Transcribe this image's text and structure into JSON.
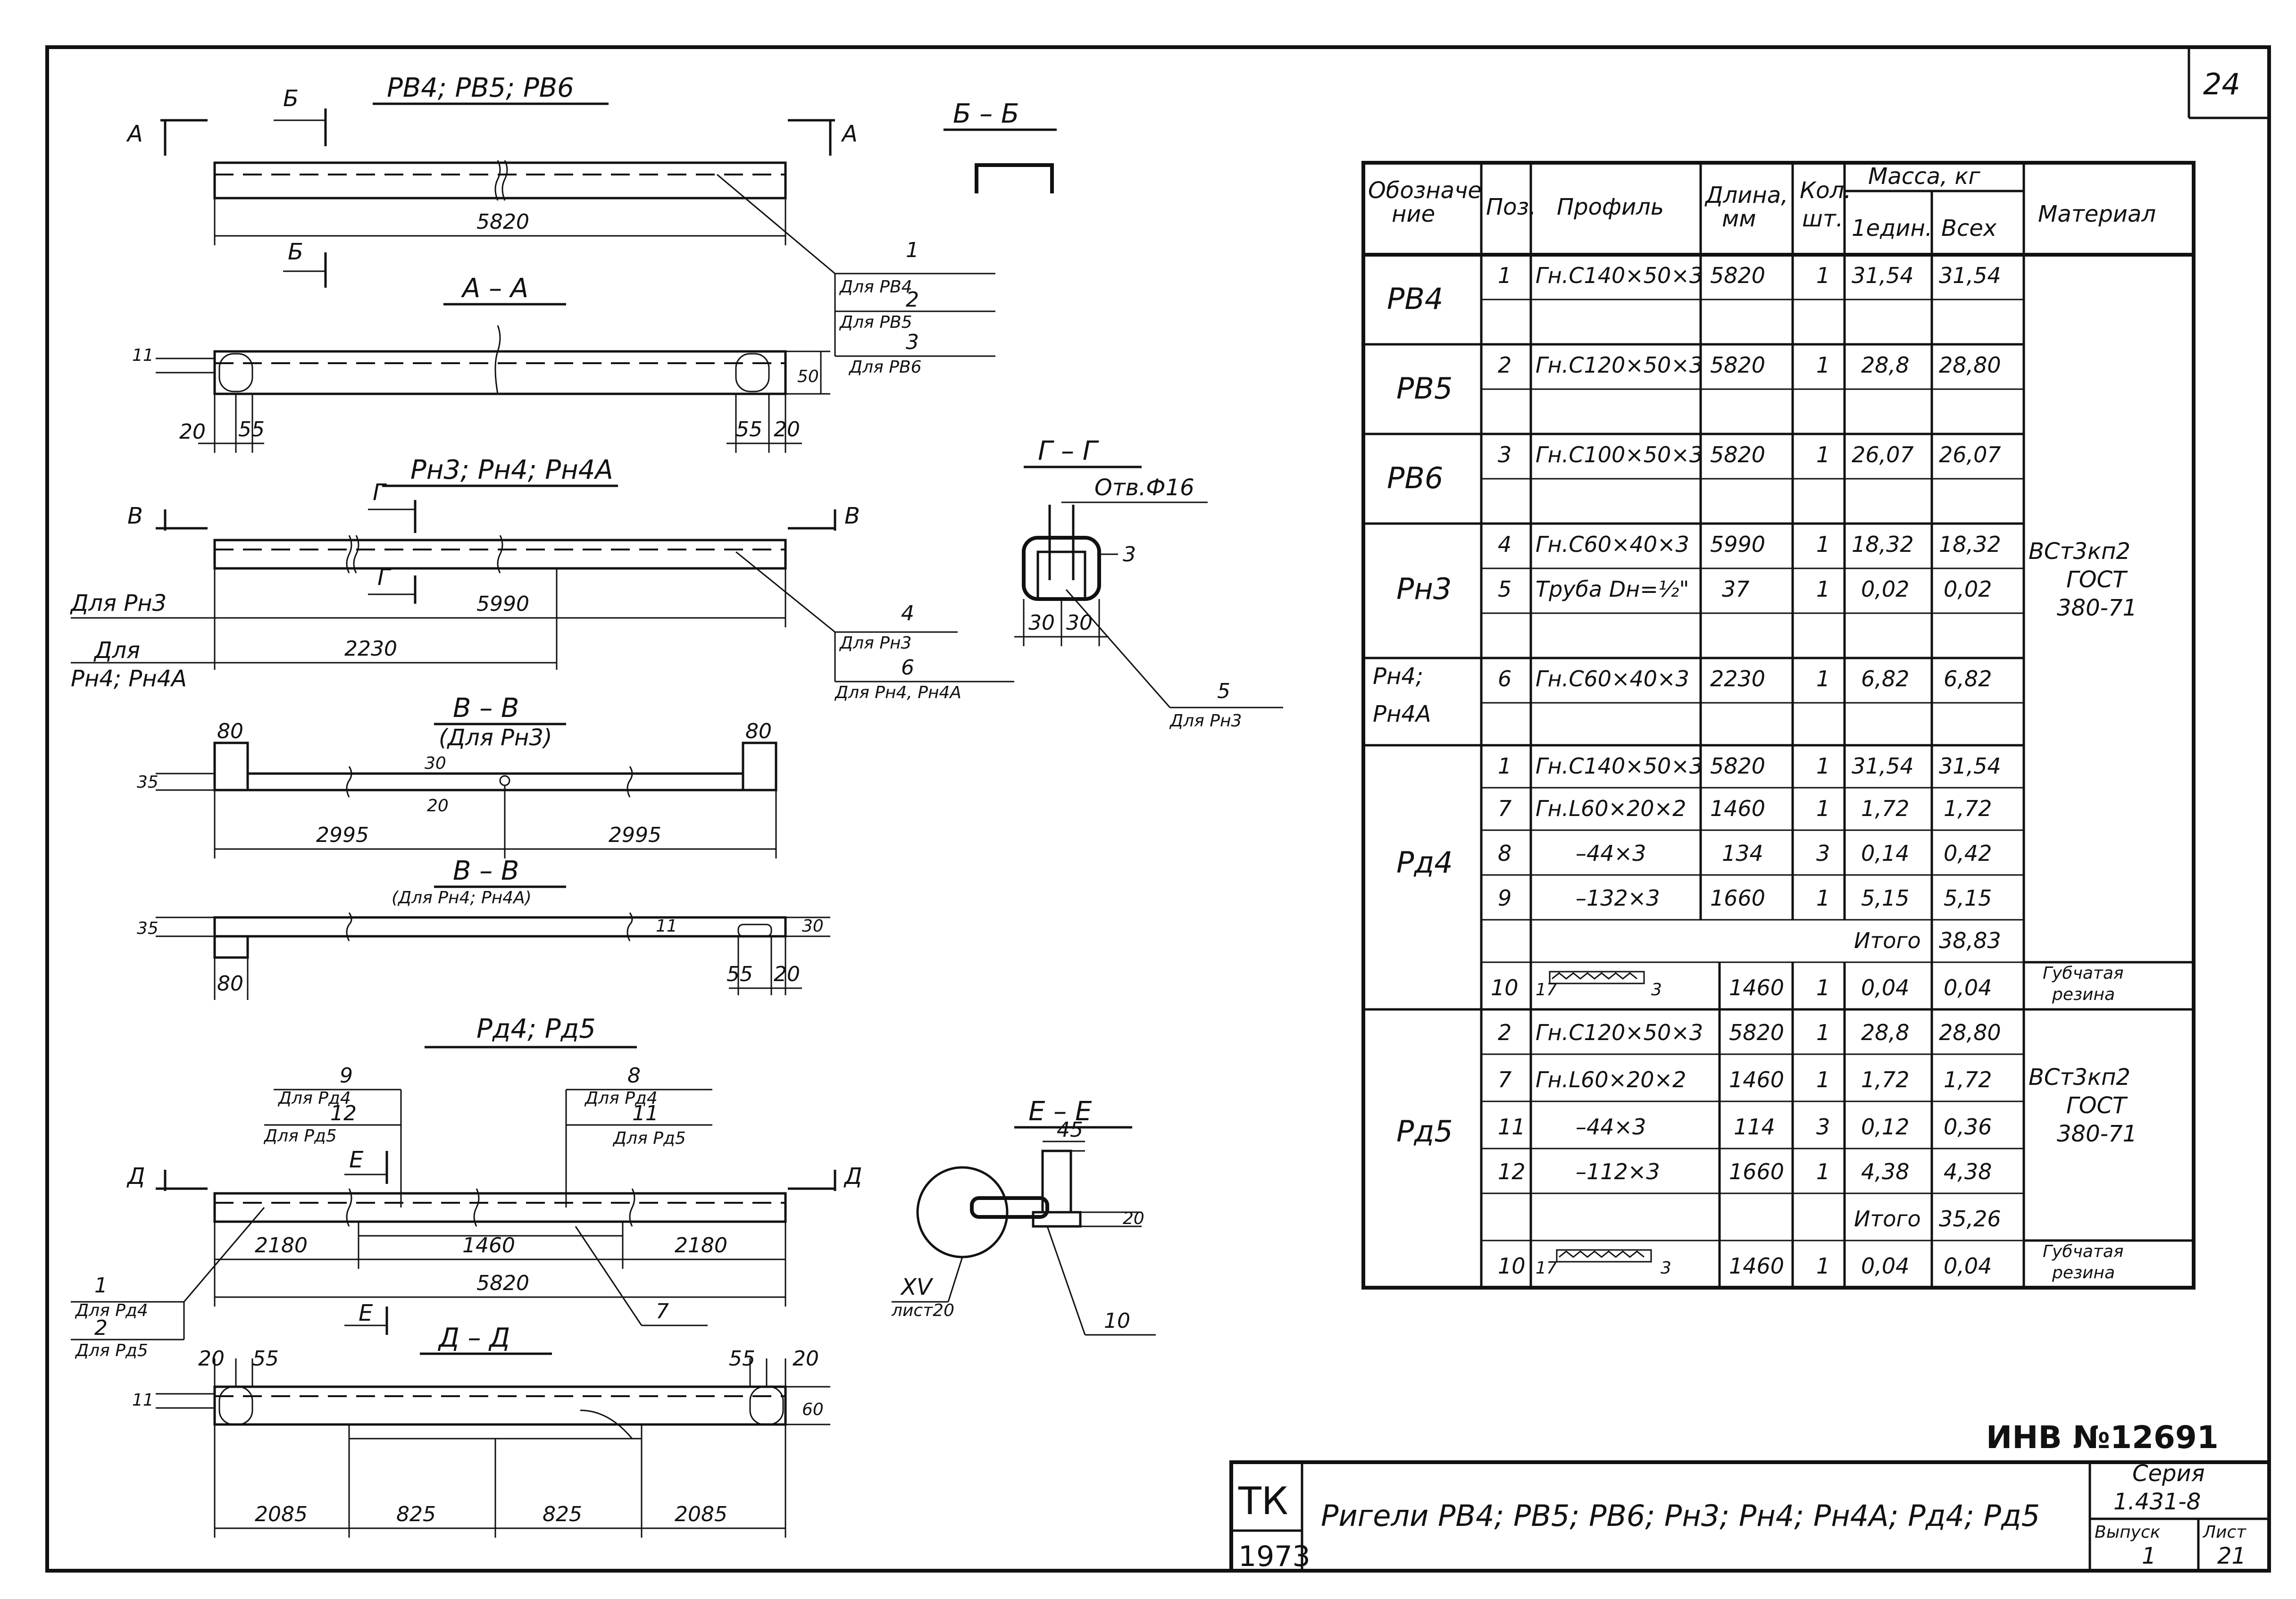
{
  "sheet": {
    "page_number": "24",
    "inv_number": "ИНВ №12691"
  },
  "drawings": {
    "pv": {
      "title": "РВ4; РВ5; РВ6",
      "cut_a": "А",
      "cut_b": "Б",
      "section_bb": "Б – Б",
      "section_aa": "А – А",
      "length": "5820",
      "callout_1_num": "1",
      "callout_1_text": "Для РВ4",
      "callout_2_num": "2",
      "callout_2_text": "Для РВ5",
      "callout_3_num": "3",
      "callout_3_text": "Для РВ6",
      "dim_20": "20",
      "dim_55": "55",
      "dim_55r": "55",
      "dim_20r": "20",
      "dim_50": "50",
      "dim_11": "11"
    },
    "pn": {
      "title": "Рн3; Рн4; Рн4А",
      "cut_v": "В",
      "cut_g": "Г",
      "section_gg": "Г – Г",
      "hole": "Отв.Ф16",
      "dim_3": "3",
      "dim_30a": "30",
      "dim_30b": "30",
      "label_pn3": "Для Рн3",
      "length_pn3": "5990",
      "label_pn4_a": "Для",
      "label_pn4_b": "Рн4; Рн4А",
      "length_pn4": "2230",
      "callout_4_num": "4",
      "callout_4_text": "Для Рн3",
      "callout_6_num": "6",
      "callout_6_text": "Для Рн4, Рн4А",
      "callout_5_num": "5",
      "callout_5_text": "Для Рн3",
      "section_vv1": "В – В",
      "section_vv1_sub": "(Для Рн3)",
      "dim_80a": "80",
      "dim_80b": "80",
      "dim_35": "35",
      "dim_30": "30",
      "dim_20v": "20",
      "dim_2995a": "2995",
      "dim_2995b": "2995",
      "section_vv2": "В – В",
      "section_vv2_sub": "(Для Рн4; Рн4А)",
      "dim_35b": "35",
      "dim_80c": "80",
      "dim_55c": "55",
      "dim_20c": "20",
      "dim_30c": "30",
      "dim_11b": "11"
    },
    "rd": {
      "title": "Рд4; Рд5",
      "cut_d": "Д",
      "cut_e": "Е",
      "section_ee": "Е – Е",
      "section_dd": "Д – Д",
      "callout_9_num": "9",
      "callout_9_text": "Для Рд4",
      "callout_12_num": "12",
      "callout_12_text": "Для Рд5",
      "callout_8_num": "8",
      "callout_8_text": "Для Рд4",
      "callout_11_num": "11",
      "callout_11_text": "Для Рд5",
      "callout_1_num": "1",
      "callout_1_text": "Для Рд4",
      "callout_2_num": "2",
      "callout_2_text": "Для Рд5",
      "callout_7_num": "7",
      "callout_10_num": "10",
      "dim_45": "45",
      "dim_20e": "20",
      "node_num": "XV",
      "node_sheet": "лист20",
      "dim_2180a": "2180",
      "dim_1460": "1460",
      "dim_2180b": "2180",
      "length": "5820",
      "dim_20d": "20",
      "dim_55d": "55",
      "dim_55e": "55",
      "dim_20f": "20",
      "dim_11d": "11",
      "dim_60": "60",
      "dim_2085a": "2085",
      "dim_825a": "825",
      "dim_825b": "825",
      "dim_2085b": "2085"
    }
  },
  "spec_table": {
    "headers": {
      "designation": "Обозначение",
      "pos": "Поз.",
      "profile": "Профиль",
      "length": "Длина, мм",
      "qty": "Кол. шт.",
      "mass": "Масса, кг",
      "mass_unit": "1един.",
      "mass_total": "Всех",
      "material": "Материал"
    },
    "groups": [
      {
        "designation": "РВ4"
      },
      {
        "designation": "РВ5"
      },
      {
        "designation": "РВ6"
      },
      {
        "designation": "Рн3"
      },
      {
        "designation": "Рн4; Рн4А"
      },
      {
        "designation": "Рд4"
      },
      {
        "designation": "Рд5"
      }
    ],
    "rows": [
      {
        "pos": "1",
        "profile": "Гн.С140×50×3",
        "length": "5820",
        "qty": "1",
        "unit": "31,54",
        "total": "31,54"
      },
      {
        "pos": "2",
        "profile": "Гн.С120×50×3",
        "length": "5820",
        "qty": "1",
        "unit": "28,8",
        "total": "28,80"
      },
      {
        "pos": "3",
        "profile": "Гн.С100×50×3",
        "length": "5820",
        "qty": "1",
        "unit": "26,07",
        "total": "26,07"
      },
      {
        "pos": "4",
        "profile": "Гн.С60×40×3",
        "length": "5990",
        "qty": "1",
        "unit": "18,32",
        "total": "18,32"
      },
      {
        "pos": "5",
        "profile": "Труба Dн=½\"",
        "length": "37",
        "qty": "1",
        "unit": "0,02",
        "total": "0,02"
      },
      {
        "pos": "6",
        "profile": "Гн.С60×40×3",
        "length": "2230",
        "qty": "1",
        "unit": "6,82",
        "total": "6,82"
      },
      {
        "pos": "1",
        "profile": "Гн.С140×50×3",
        "length": "5820",
        "qty": "1",
        "unit": "31,54",
        "total": "31,54"
      },
      {
        "pos": "7",
        "profile": "Гн.L60×20×2",
        "length": "1460",
        "qty": "1",
        "unit": "1,72",
        "total": "1,72"
      },
      {
        "pos": "8",
        "profile": "–44×3",
        "length": "134",
        "qty": "3",
        "unit": "0,14",
        "total": "0,42"
      },
      {
        "pos": "9",
        "profile": "–132×3",
        "length": "1660",
        "qty": "1",
        "unit": "5,15",
        "total": "5,15"
      },
      {
        "pos": "10",
        "profile": "17",
        "profile_sub": "3",
        "length": "1460",
        "qty": "1",
        "unit": "0,04",
        "total": "0,04"
      },
      {
        "pos": "2",
        "profile": "Гн.С120×50×3",
        "length": "5820",
        "qty": "1",
        "unit": "28,8",
        "total": "28,80"
      },
      {
        "pos": "7",
        "profile": "Гн.L60×20×2",
        "length": "1460",
        "qty": "1",
        "unit": "1,72",
        "total": "1,72"
      },
      {
        "pos": "11",
        "profile": "–44×3",
        "length": "114",
        "qty": "3",
        "unit": "0,12",
        "total": "0,36"
      },
      {
        "pos": "12",
        "profile": "–112×3",
        "length": "1660",
        "qty": "1",
        "unit": "4,38",
        "total": "4,38"
      },
      {
        "pos": "10",
        "profile": "17",
        "profile_sub": "3",
        "length": "1460",
        "qty": "1",
        "unit": "0,04",
        "total": "0,04"
      }
    ],
    "totals": [
      {
        "label": "Итого",
        "value": "38,83"
      },
      {
        "label": "Итого",
        "value": "35,26"
      }
    ],
    "materials": {
      "steel_1_a": "ВСт3кп2",
      "steel_1_b": "ГОСТ",
      "steel_1_c": "380-71",
      "steel_2_a": "ВСт3кп2",
      "steel_2_b": "ГОСТ",
      "steel_2_c": "380-71",
      "rubber_1_a": "Губчатая",
      "rubber_1_b": "резина",
      "rubber_2_a": "Губчатая",
      "rubber_2_b": "резина"
    }
  },
  "title_block": {
    "org": "ТК",
    "year": "1973",
    "title": "Ригели РВ4; РВ5; РВ6; Рн3; Рн4; Рн4А; Рд4; Рд5",
    "series_label": "Серия",
    "series_value": "1.431-8",
    "issue_label": "Выпуск",
    "issue_value": "1",
    "sheet_label": "Лист",
    "sheet_value": "21"
  }
}
